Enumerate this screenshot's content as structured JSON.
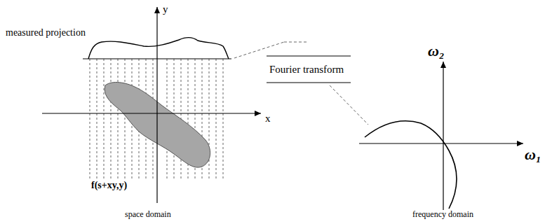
{
  "diagram": {
    "labels": [
      "measured projection",
      "y",
      "x",
      "f(s+xy,y)",
      "Fourier transform",
      "ω₂",
      "ω₁",
      "space domain",
      "frequency domain"
    ]
  }
}
